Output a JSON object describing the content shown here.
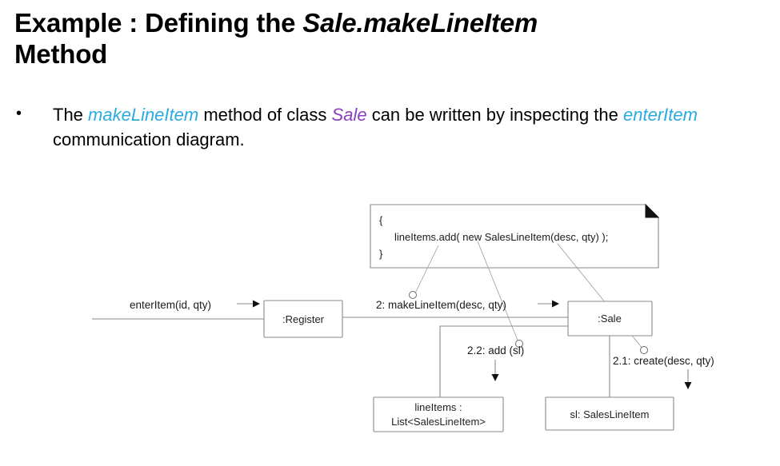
{
  "slide": {
    "title": {
      "line1_plain": "Example : Defining the ",
      "line1_italic": "Sale.makeLineItem",
      "line2": "Method"
    },
    "bullet": {
      "marker": "•",
      "t1": "The ",
      "kw1": "makeLineItem",
      "t2": " method of class ",
      "kw2": "Sale",
      "t3": " can be written by inspecting the ",
      "kw3": "enterItem",
      "t4": " communication diagram."
    },
    "colors": {
      "keyword_cyan": "#29ABE2",
      "keyword_purple": "#8B3FBF",
      "text_black": "#000000",
      "diagram_stroke": "#8a8a8a"
    }
  },
  "diagram": {
    "note": {
      "line1": "{",
      "line2": "lineItems.add( new SalesLineItem(desc, qty) );",
      "line3": "}"
    },
    "objects": {
      "register": ":Register",
      "sale": ":Sale",
      "lineitems_l1": "lineItems :",
      "lineitems_l2": "List<SalesLineItem>",
      "sl": "sl: SalesLineItem"
    },
    "messages": {
      "enteritem": "enterItem(id, qty)",
      "make_line_item": "2: makeLineItem(desc, qty)",
      "add": "2.2: add (sl)",
      "create": "2.1: create(desc, qty)"
    }
  }
}
